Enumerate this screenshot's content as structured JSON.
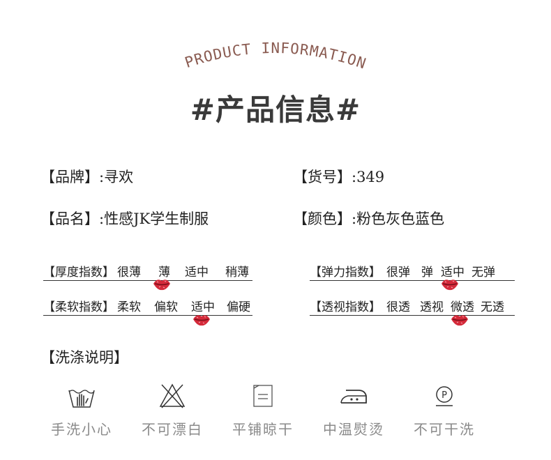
{
  "header": {
    "eng_title": "PRODUCT INFORMATION",
    "cn_title": "#产品信息#"
  },
  "attributes": {
    "brand": "【品牌】:寻欢",
    "item_no": "【货号】:349",
    "name": "【品名】:性感JK学生制服",
    "color": "【颜色】:粉色灰色蓝色"
  },
  "meters": [
    {
      "label": "【厚度指数】",
      "options": [
        "很薄",
        "薄",
        "适中",
        "稍薄"
      ],
      "selected": 1
    },
    {
      "label": "【柔软指数】",
      "options": [
        "柔软",
        "偏软",
        "适中",
        "偏硬"
      ],
      "selected": 2
    },
    {
      "label": "【弹力指数】",
      "options": [
        "很弹",
        "弹",
        "适中",
        "无弹"
      ],
      "selected": 2
    },
    {
      "label": "【透视指数】",
      "options": [
        "很透",
        "透视",
        "微透",
        "无透"
      ],
      "selected": 2
    }
  ],
  "wash": {
    "title": "【洗涤说明】",
    "items": [
      {
        "icon": "hand-wash-icon",
        "label": "手洗小心"
      },
      {
        "icon": "no-bleach-icon",
        "label": "不可漂白"
      },
      {
        "icon": "flat-dry-icon",
        "label": "平铺晾干"
      },
      {
        "icon": "iron-medium-icon",
        "label": "中温熨烫"
      },
      {
        "icon": "no-dry-clean-icon",
        "label": "不可干洗"
      }
    ]
  },
  "colors": {
    "accent": "#8a5b51",
    "marker": "#d42a3a",
    "caption": "#8a8a8a"
  }
}
